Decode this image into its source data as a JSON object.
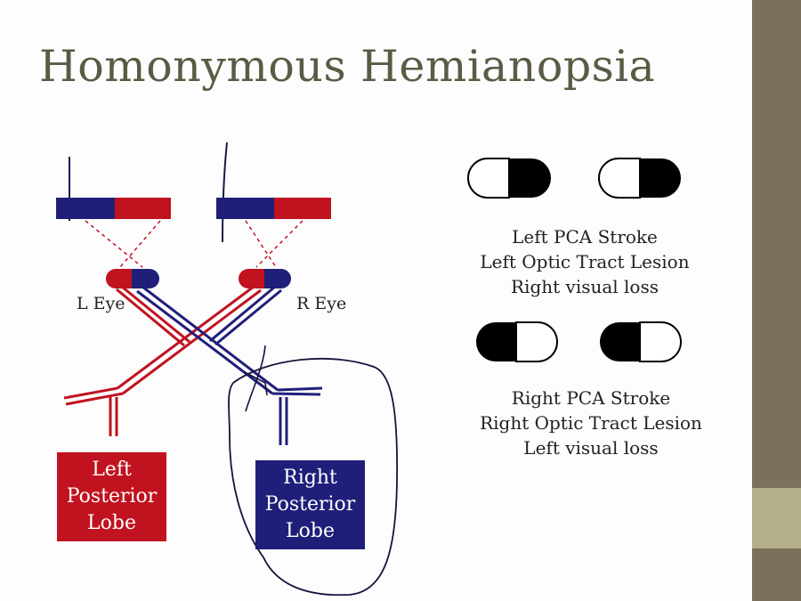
{
  "slide": {
    "title": "Homonymous Hemianopsia"
  },
  "diagram": {
    "left_eye_label": "L Eye",
    "right_eye_label": "R Eye",
    "left_lobe": [
      "Left",
      "Posterior",
      "Lobe"
    ],
    "right_lobe": [
      "Right",
      "Posterior",
      "Lobe"
    ]
  },
  "examples": [
    {
      "lines": [
        "Left PCA Stroke",
        "Left Optic Tract Lesion",
        "Right visual loss"
      ],
      "lost_half": "right"
    },
    {
      "lines": [
        "Right PCA Stroke",
        "Right Optic Tract Lesion",
        "Left visual loss"
      ],
      "lost_half": "left"
    }
  ],
  "colors": {
    "title": "#5b5a44",
    "red": "#c1121f",
    "blue": "#1f1f7a",
    "sidebar": "#7b705a",
    "sidebar_accent": "#b3b08a"
  }
}
